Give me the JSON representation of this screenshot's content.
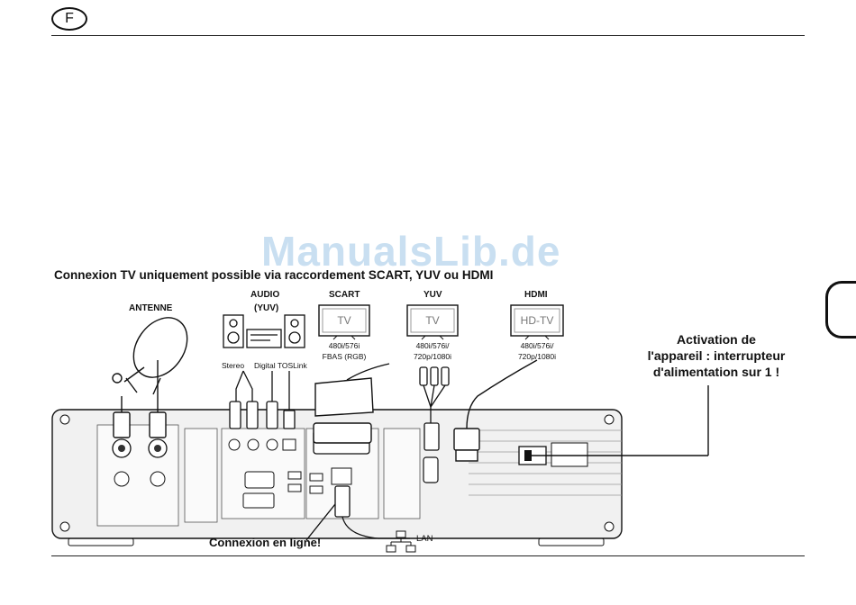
{
  "page": {
    "language_badge": "F",
    "watermark": "ManualsLib.de",
    "heading": "Connexion TV uniquement possible via raccordement SCART, YUV ou HDMI"
  },
  "labels": {
    "antenne": "ANTENNE",
    "audio": "AUDIO",
    "audio_sub": "(YUV)",
    "scart": "SCART",
    "yuv": "YUV",
    "hdmi": "HDMI",
    "stereo": "Stereo",
    "digital": "Digital TOSLink"
  },
  "tvs": {
    "scart": {
      "screen": "TV",
      "caption1": "480i/576i",
      "caption2": "FBAS (RGB)"
    },
    "yuv": {
      "screen": "TV",
      "caption1": "480i/576i/",
      "caption2": "720p/1080i"
    },
    "hdmi": {
      "screen": "HD-TV",
      "caption1": "480i/576i/",
      "caption2": "720p/1080i"
    }
  },
  "notes": {
    "power_line1": "Activation de",
    "power_line2": "l'appareil : interrupteur",
    "power_line3": "d'alimentation sur 1 !",
    "online": "Connexion en ligne!",
    "lan": "LAN"
  },
  "colors": {
    "line": "#111111",
    "device_fill": "#f1f1f1",
    "watermark": "#bcd8ee"
  }
}
